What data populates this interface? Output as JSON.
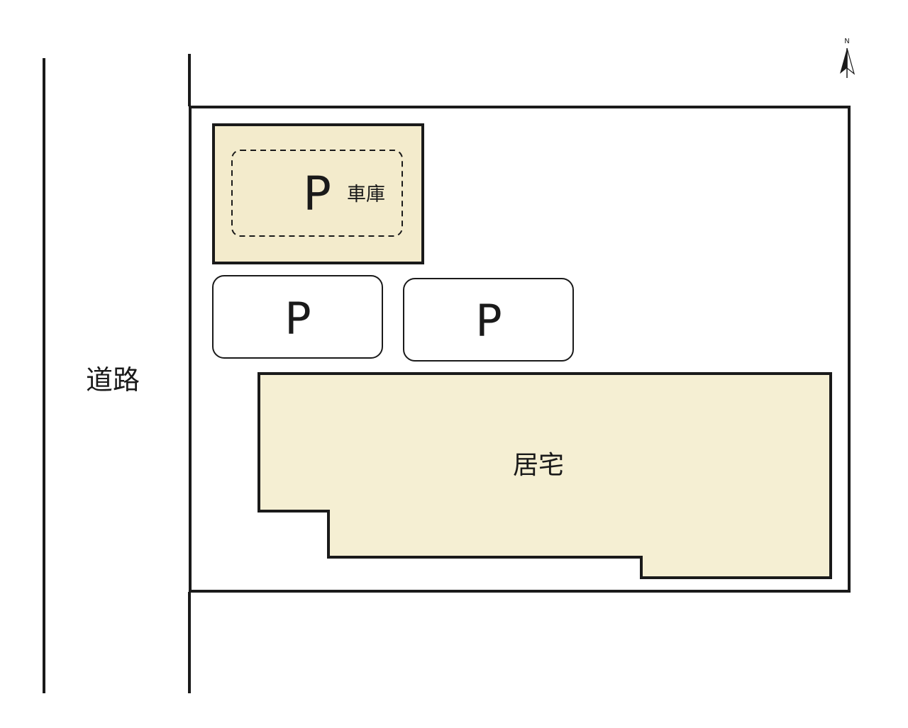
{
  "road": {
    "label": "道路"
  },
  "north_arrow": {
    "label": "N",
    "icon": "north-arrow-icon"
  },
  "garage": {
    "parking_symbol": "P",
    "label": "車庫"
  },
  "parking_spaces": [
    {
      "symbol": "P"
    },
    {
      "symbol": "P"
    }
  ],
  "residence": {
    "label": "居宅"
  },
  "colors": {
    "line": "#1a1a1a",
    "building_fill": "#f5efd3",
    "garage_fill": "#f3ebcc",
    "background": "#ffffff"
  }
}
